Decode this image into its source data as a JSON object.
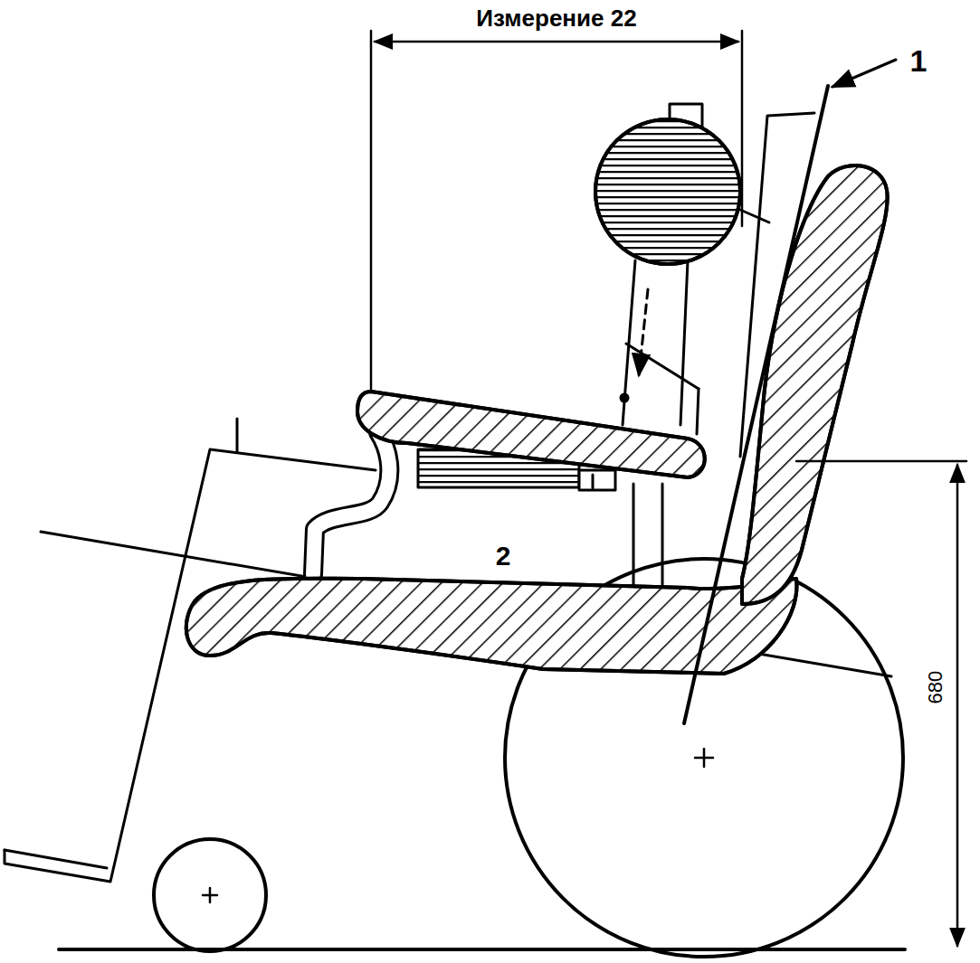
{
  "diagram": {
    "labels": [
      "Измерение 22",
      "1",
      "2",
      "680"
    ]
  }
}
